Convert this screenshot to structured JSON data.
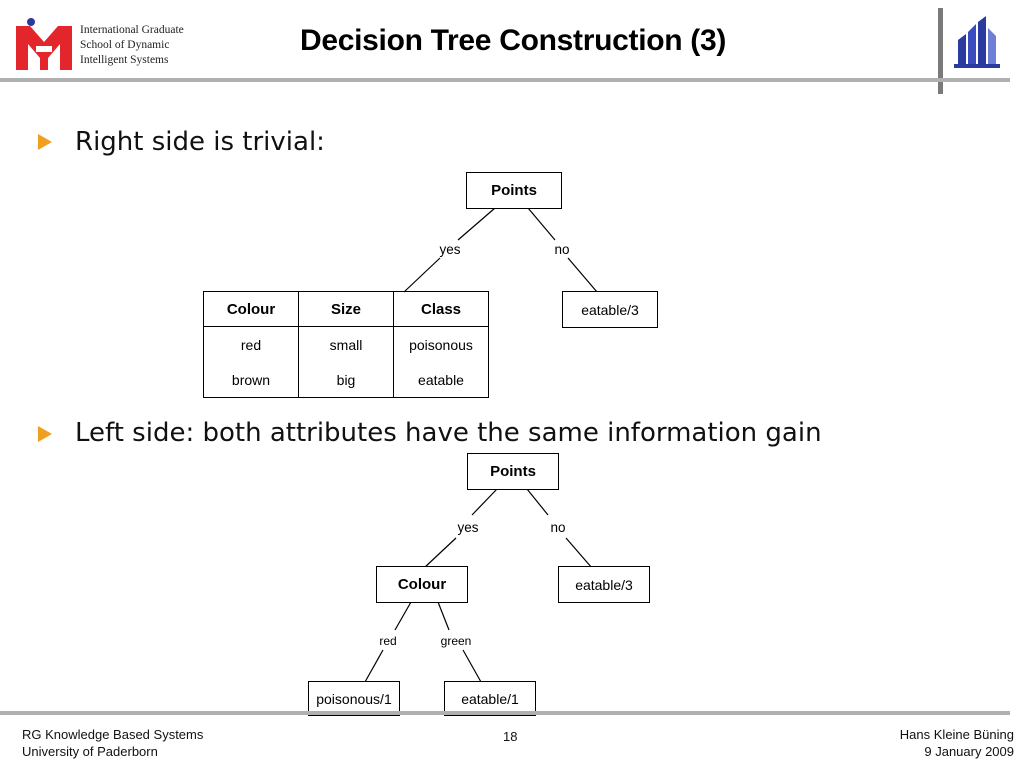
{
  "header": {
    "org_line1": "International Graduate",
    "org_line2": "School of Dynamic",
    "org_line3": "Intelligent Systems",
    "title": "Decision Tree Construction (3)"
  },
  "bullets": [
    "Right side is trivial:",
    "Left side: both attributes have the same information gain"
  ],
  "tree1": {
    "root": "Points",
    "edge_yes": "yes",
    "edge_no": "no",
    "right_leaf": "eatable/3",
    "table": {
      "headers": [
        "Colour",
        "Size",
        "Class"
      ],
      "rows": [
        [
          "red",
          "small",
          "poisonous"
        ],
        [
          "brown",
          "big",
          "eatable"
        ]
      ]
    }
  },
  "tree2": {
    "root": "Points",
    "edge_yes": "yes",
    "edge_no": "no",
    "right_leaf": "eatable/3",
    "mid_node": "Colour",
    "edge_red": "red",
    "edge_green": "green",
    "leaf_left": "poisonous/1",
    "leaf_right": "eatable/1"
  },
  "footer": {
    "left_line1": "RG Knowledge Based Systems",
    "left_line2": "University of Paderborn",
    "page_number": "18",
    "right_line1": "Hans Kleine Büning",
    "right_line2": "9 January 2009"
  },
  "colors": {
    "logo_red": "#e3262b",
    "logo_blue": "#2b3a9e",
    "bullet_orange": "#f0a020",
    "rule_gray": "#b0b0b0"
  }
}
